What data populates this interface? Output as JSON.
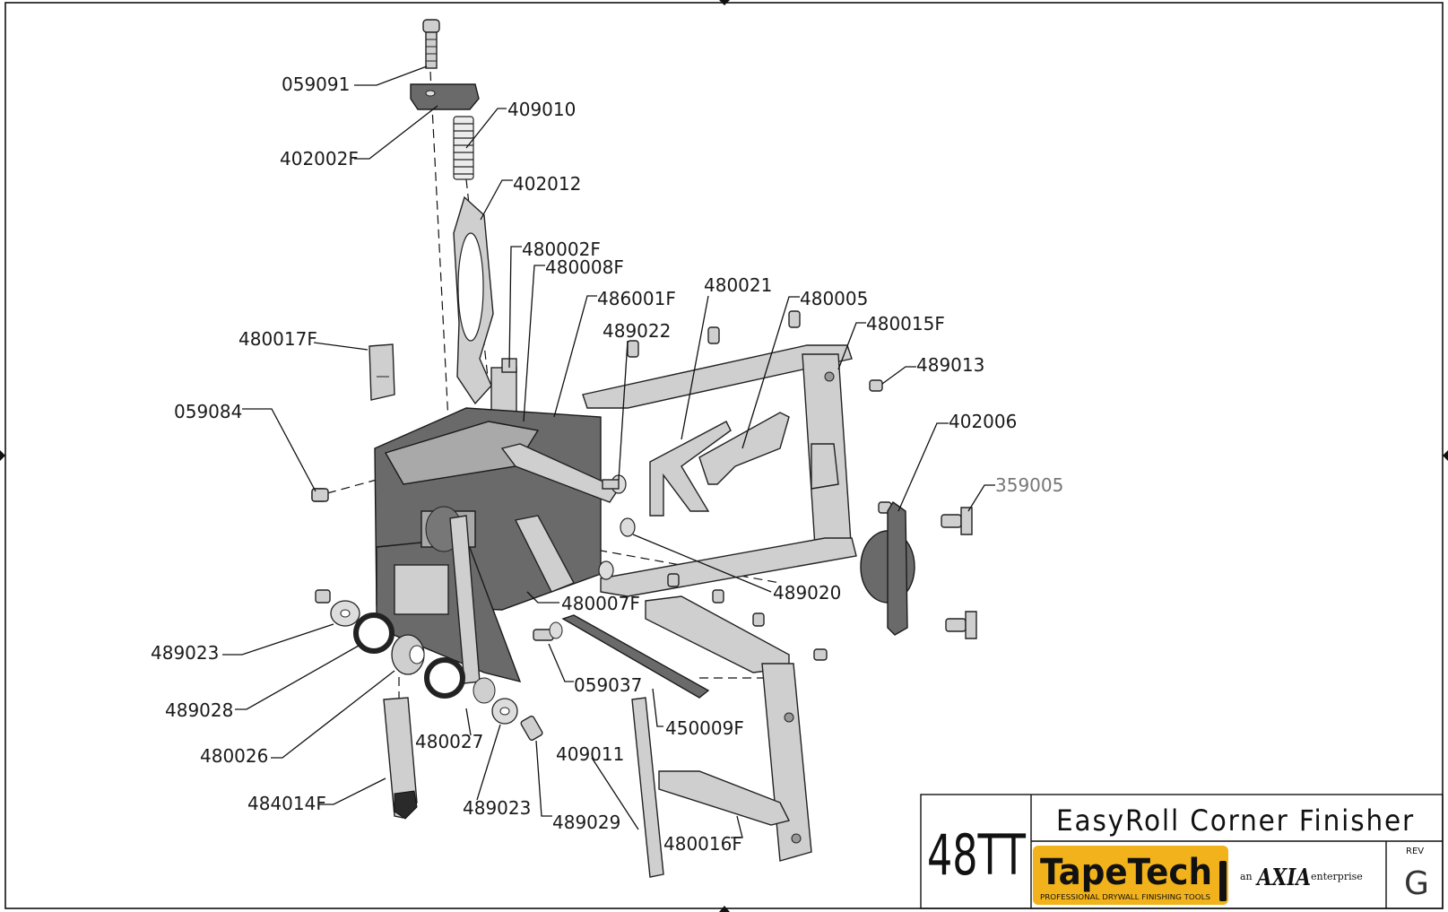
{
  "title_block": {
    "model": "48TT",
    "title": "EasyRoll Corner Finisher",
    "brand": "TapeTech",
    "tagline": "PROFESSIONAL DRYWALL FINISHING TOOLS",
    "company_prefix": "an",
    "company": "AXIA",
    "company_suffix": "enterprise",
    "rev_label": "REV",
    "rev": "G",
    "brand_color": "#f2b21b"
  },
  "callouts": [
    {
      "id": "c1",
      "part_number": "059091"
    },
    {
      "id": "c2",
      "part_number": "409010"
    },
    {
      "id": "c3",
      "part_number": "402002F"
    },
    {
      "id": "c4",
      "part_number": "402012"
    },
    {
      "id": "c5",
      "part_number": "480002F"
    },
    {
      "id": "c6",
      "part_number": "480008F"
    },
    {
      "id": "c7",
      "part_number": "480021"
    },
    {
      "id": "c8",
      "part_number": "486001F"
    },
    {
      "id": "c9",
      "part_number": "480005"
    },
    {
      "id": "c10",
      "part_number": "489022"
    },
    {
      "id": "c11",
      "part_number": "480015F"
    },
    {
      "id": "c12",
      "part_number": "480017F"
    },
    {
      "id": "c13",
      "part_number": "489013"
    },
    {
      "id": "c14",
      "part_number": "059084"
    },
    {
      "id": "c15",
      "part_number": "402006"
    },
    {
      "id": "c16",
      "part_number": "359005"
    },
    {
      "id": "c17",
      "part_number": "489020"
    },
    {
      "id": "c18",
      "part_number": "480007F"
    },
    {
      "id": "c19",
      "part_number": "489023"
    },
    {
      "id": "c20",
      "part_number": "489028"
    },
    {
      "id": "c21",
      "part_number": "059037"
    },
    {
      "id": "c22",
      "part_number": "480026"
    },
    {
      "id": "c23",
      "part_number": "480027"
    },
    {
      "id": "c24",
      "part_number": "450009F"
    },
    {
      "id": "c25",
      "part_number": "409011"
    },
    {
      "id": "c26",
      "part_number": "484014F"
    },
    {
      "id": "c27",
      "part_number": "489023"
    },
    {
      "id": "c28",
      "part_number": "489029"
    },
    {
      "id": "c29",
      "part_number": "480016F"
    }
  ]
}
